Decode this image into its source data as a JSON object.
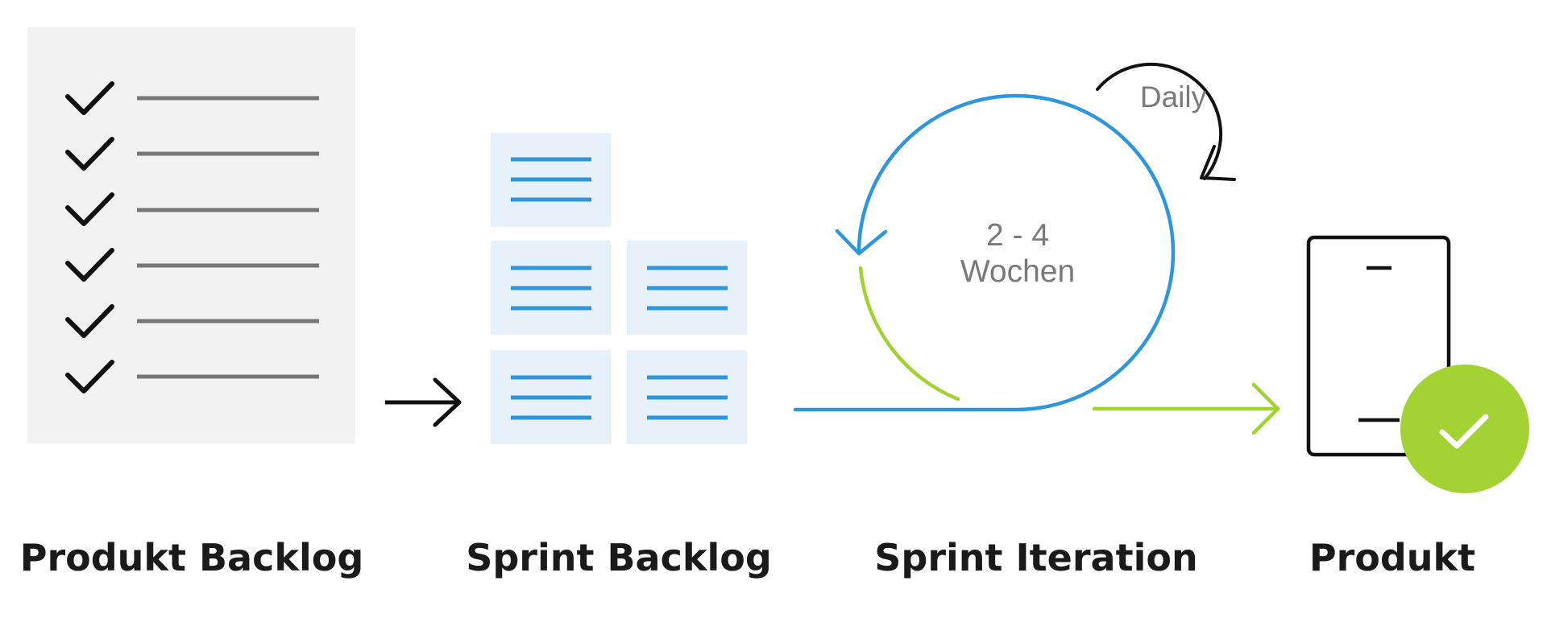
{
  "labels": {
    "product_backlog": "Produkt Backlog",
    "sprint_backlog": "Sprint Backlog",
    "sprint_iteration": "Sprint Iteration",
    "product": "Produkt"
  },
  "iteration": {
    "duration_line1": "2 - 4",
    "duration_line2": "Wochen",
    "daily": "Daily"
  },
  "colors": {
    "blue": "#2d96dc",
    "green": "#a2d333",
    "backlog_bg": "#f2f2f2",
    "card_bg": "#e6f1fa",
    "ink": "#111111",
    "gray_text": "#7a7a7a"
  }
}
